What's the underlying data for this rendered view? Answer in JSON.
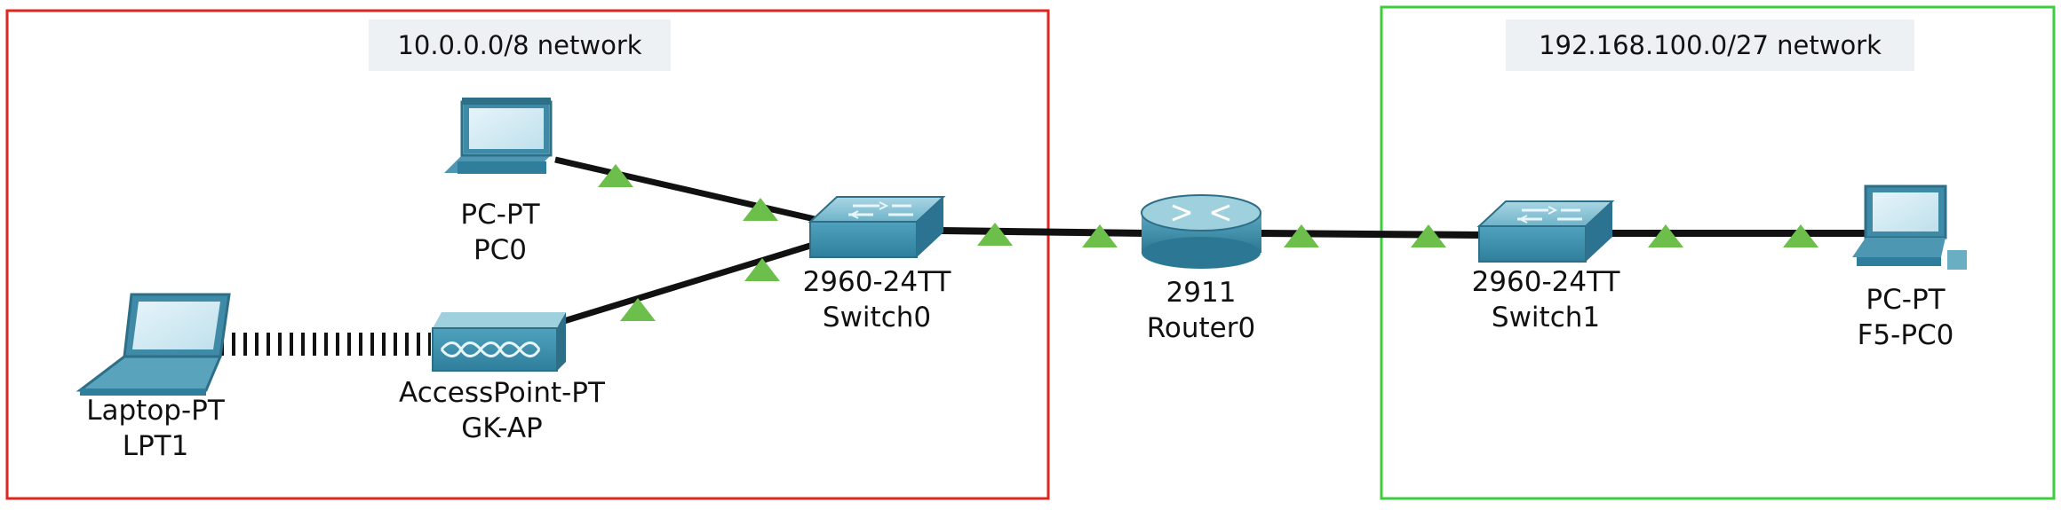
{
  "networks": [
    {
      "label": "10.0.0.0/8 network",
      "color": "#e0241e"
    },
    {
      "label": "192.168.100.0/27 network",
      "color": "#3ccd3c"
    }
  ],
  "devices": {
    "pc0": {
      "model": "PC-PT",
      "name": "PC0",
      "icon": "pc-icon"
    },
    "laptop": {
      "model": "Laptop-PT",
      "name": "LPT1",
      "icon": "laptop-icon"
    },
    "ap": {
      "model": "AccessPoint-PT",
      "name": "GK-AP",
      "icon": "access-point-icon"
    },
    "switch0": {
      "model": "2960-24TT",
      "name": "Switch0",
      "icon": "switch-icon"
    },
    "router0": {
      "model": "2911",
      "name": "Router0",
      "icon": "router-icon"
    },
    "switch1": {
      "model": "2960-24TT",
      "name": "Switch1",
      "icon": "switch-icon"
    },
    "f5pc0": {
      "model": "PC-PT",
      "name": "F5-PC0",
      "icon": "pc-icon"
    }
  },
  "links": [
    {
      "from": "PC0",
      "to": "Switch0",
      "status": "up",
      "media": "copper"
    },
    {
      "from": "GK-AP",
      "to": "Switch0",
      "status": "up",
      "media": "copper"
    },
    {
      "from": "LPT1",
      "to": "GK-AP",
      "status": "wireless",
      "media": "wireless"
    },
    {
      "from": "Switch0",
      "to": "Router0",
      "status": "up",
      "media": "copper"
    },
    {
      "from": "Router0",
      "to": "Switch1",
      "status": "up",
      "media": "copper"
    },
    {
      "from": "Switch1",
      "to": "F5-PC0",
      "status": "up",
      "media": "copper"
    }
  ],
  "colors": {
    "link_up": "#6cbf4a",
    "cable": "#111111",
    "device_body": "#4a9bb5"
  }
}
